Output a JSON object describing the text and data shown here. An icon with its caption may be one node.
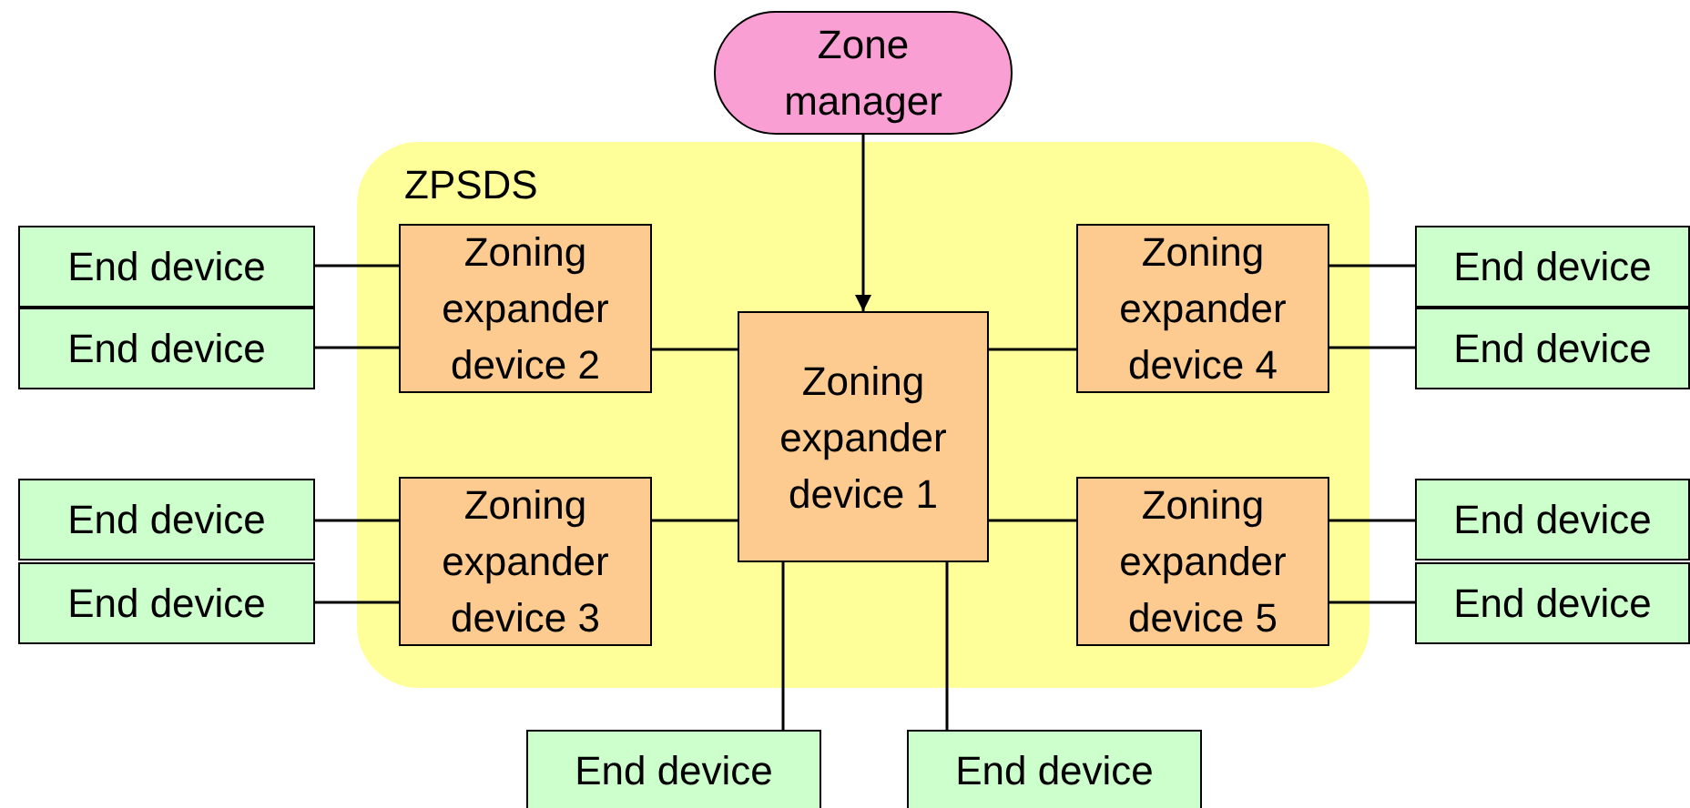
{
  "diagram": {
    "nodes": [
      {
        "text": [
          "Zone manager"
        ]
      },
      {
        "text": [
          "ZPSDS"
        ]
      },
      {
        "text": [
          "End device"
        ]
      },
      {
        "text": [
          "Zoning expander device 2"
        ],
        "in": 1
      },
      {
        "text": [
          "Zoning expander device 4"
        ],
        "in": 1
      },
      {
        "text": [
          "End device"
        ]
      },
      {
        "text": [
          "End device"
        ]
      },
      {
        "text": [
          "End device"
        ]
      },
      {
        "text": [
          "Zoning expander device 1"
        ],
        "in": 1
      },
      {
        "text": [
          "End device"
        ]
      },
      {
        "text": [
          "Zoning expander device 3"
        ],
        "in": 1
      },
      {
        "text": [
          "Zoning expander device 5"
        ],
        "in": 1
      },
      {
        "text": [
          "End device"
        ]
      },
      {
        "text": [
          "End device"
        ]
      },
      {
        "text": [
          "End device"
        ]
      },
      {
        "text": [
          "End device"
        ]
      },
      {
        "text": [
          "End device"
        ]
      }
    ],
    "edges": [
      {
        "from": 0,
        "to": 8,
        "arrow": "to"
      },
      {
        "from": 2,
        "to": 3,
        "arrow": "none"
      },
      {
        "from": 6,
        "to": 3,
        "arrow": "none"
      },
      {
        "from": 5,
        "to": 4,
        "arrow": "none"
      },
      {
        "from": 7,
        "to": 4,
        "arrow": "none"
      },
      {
        "from": 9,
        "to": 10,
        "arrow": "none"
      },
      {
        "from": 13,
        "to": 10,
        "arrow": "none"
      },
      {
        "from": 12,
        "to": 11,
        "arrow": "none"
      },
      {
        "from": 14,
        "to": 11,
        "arrow": "none"
      },
      {
        "from": 3,
        "to": 8,
        "arrow": "none"
      },
      {
        "from": 10,
        "to": 8,
        "arrow": "none"
      },
      {
        "from": 4,
        "to": 8,
        "arrow": "none"
      },
      {
        "from": 11,
        "to": 8,
        "arrow": "none"
      },
      {
        "from": 15,
        "to": 8,
        "arrow": "none"
      },
      {
        "from": 16,
        "to": 8,
        "arrow": "none"
      }
    ]
  }
}
